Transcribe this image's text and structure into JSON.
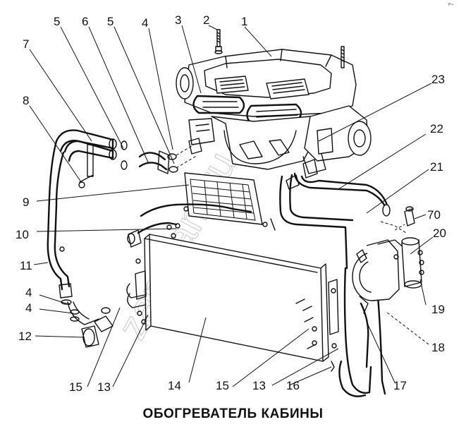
{
  "caption": "ОБОГРЕВАТЕЛЬ КАБИНЫ",
  "watermark": "zap-kam.ru",
  "corner_mark": "ᵖ~",
  "callouts": [
    {
      "id": "c1",
      "text": "1"
    },
    {
      "id": "c2",
      "text": "2"
    },
    {
      "id": "c3",
      "text": "3"
    },
    {
      "id": "c4a",
      "text": "4"
    },
    {
      "id": "c5a",
      "text": "5"
    },
    {
      "id": "c6",
      "text": "6"
    },
    {
      "id": "c5b",
      "text": "5"
    },
    {
      "id": "c7",
      "text": "7"
    },
    {
      "id": "c8",
      "text": "8"
    },
    {
      "id": "c9",
      "text": "9"
    },
    {
      "id": "c10",
      "text": "10"
    },
    {
      "id": "c11",
      "text": "11"
    },
    {
      "id": "c4b",
      "text": "4"
    },
    {
      "id": "c4c",
      "text": "4"
    },
    {
      "id": "c12",
      "text": "12"
    },
    {
      "id": "c15a",
      "text": "15"
    },
    {
      "id": "c13a",
      "text": "13"
    },
    {
      "id": "c14",
      "text": "14"
    },
    {
      "id": "c15b",
      "text": "15"
    },
    {
      "id": "c13b",
      "text": "13"
    },
    {
      "id": "c16",
      "text": "16"
    },
    {
      "id": "c17",
      "text": "17"
    },
    {
      "id": "c18",
      "text": "18"
    },
    {
      "id": "c19",
      "text": "19"
    },
    {
      "id": "c20",
      "text": "20"
    },
    {
      "id": "c70",
      "text": "70"
    },
    {
      "id": "c21",
      "text": "21"
    },
    {
      "id": "c22",
      "text": "22"
    },
    {
      "id": "c23",
      "text": "23"
    }
  ]
}
